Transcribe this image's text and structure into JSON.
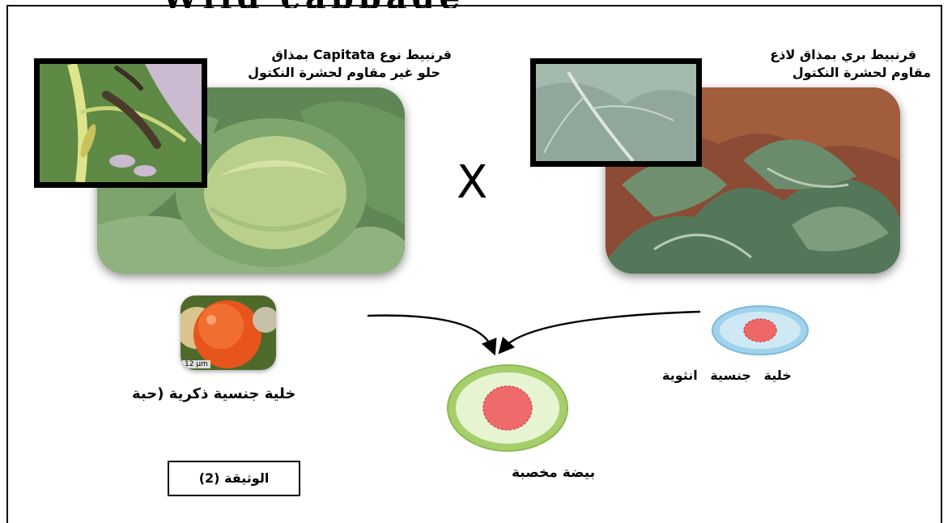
{
  "header": {
    "cut_title": "Wild cabbage"
  },
  "left_plant": {
    "title_line1": "قرنبيط نوع Capitata بمذاق",
    "title_line2": "حلو غير مقاوم لحشرة النكتول"
  },
  "right_plant": {
    "title_line1": "قرنبيط بري بمذاق لاذع",
    "title_line2": "مقاوم لحشرة النكتول"
  },
  "cross_symbol": "X",
  "male_cell": {
    "scale_label": "12 µm",
    "caption": "خلية جنسية ذكرية (حبة"
  },
  "female_cell": {
    "caption": "خلية    جنسية    انثوية"
  },
  "fertilized_egg": {
    "caption": "بيضة مخصبة"
  },
  "document_label": "الوثيقة (2)",
  "colors": {
    "pollen": "#e8551c",
    "egg_outer": "#a6cf6b",
    "egg_inner": "#ef6b6b",
    "ovule_outer": "#9fd3ec",
    "ovule_inner": "#ee6767"
  }
}
